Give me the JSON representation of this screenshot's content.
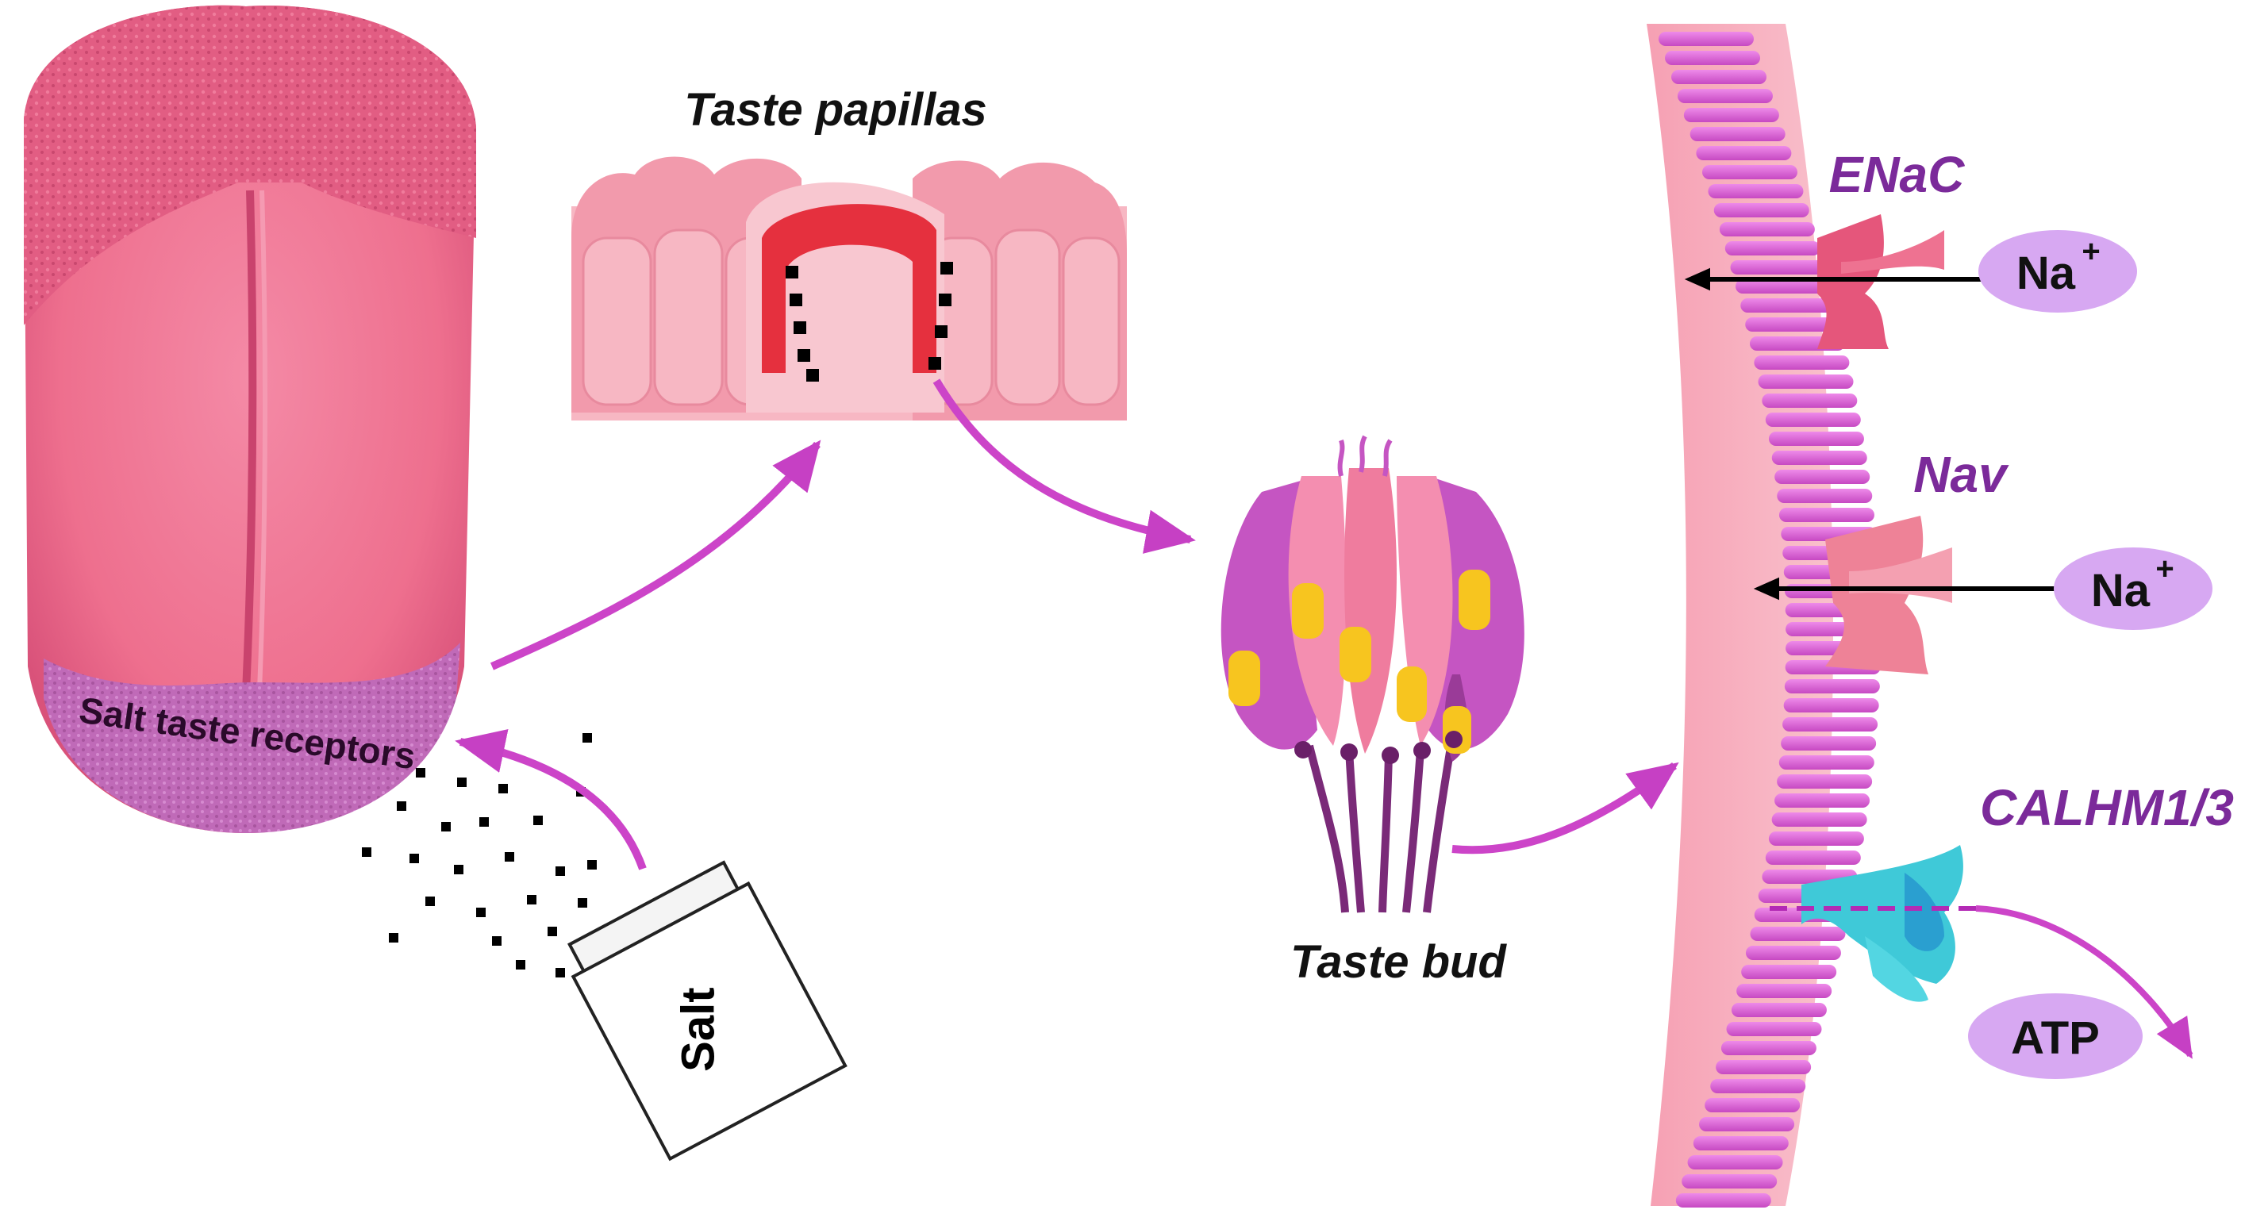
{
  "labels": {
    "salt_taste_receptors": "Salt taste receptors",
    "taste_papillas": "Taste papillas",
    "taste_bud": "Taste bud",
    "salt": "Salt",
    "enac": "ENaC",
    "nav": "Nav",
    "calhm": "CALHM1/3",
    "na_ion": "Na",
    "na_charge": "+",
    "atp": "ATP"
  },
  "colors": {
    "tongue": "#ee6f8e",
    "tongue_top": "#e0587c",
    "receptor_zone": "#c76bc0",
    "papilla_light": "#f7b7c3",
    "papilla_mid": "#f29aac",
    "papilla_red": "#e5303e",
    "arrow_magenta": "#cc44c8",
    "membrane_pink": "#f7a3b5",
    "membrane_stripes": "#d95ad6",
    "label_purple": "#7b2a9a",
    "ion_bubble": "#d7a8f2",
    "channel_teal": "#3fc9d8",
    "channel_pink": "#ee8297",
    "yellow_nucleus": "#f7c51f"
  }
}
